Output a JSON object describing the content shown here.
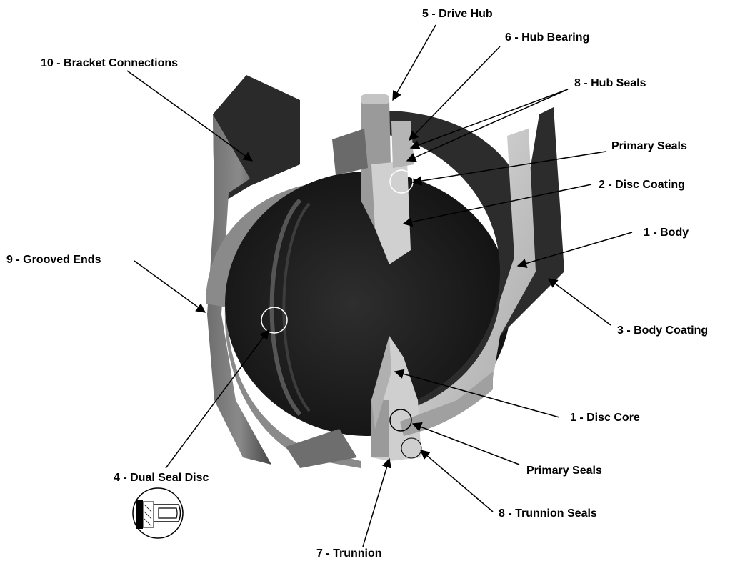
{
  "labels": {
    "drive_hub": "5 - Drive Hub",
    "hub_bearing": "6 - Hub Bearing",
    "bracket_connections": "10 - Bracket Connections",
    "hub_seals": "8 - Hub Seals",
    "primary_seals_top": "Primary Seals",
    "disc_coating": "2 - Disc Coating",
    "body": "1 - Body",
    "grooved_ends": "9 - Grooved Ends",
    "body_coating": "3 - Body Coating",
    "disc_core": "1 - Disc Core",
    "dual_seal_disc": "4 - Dual Seal Disc",
    "primary_seals_bottom": "Primary Seals",
    "trunnion_seals": "8 - Trunnion Seals",
    "trunnion": "7 - Trunnion"
  },
  "colors": {
    "body_dark": "#2b2b2b",
    "body_mid": "#5a5a5a",
    "body_light": "#c9c9c9",
    "disc": "#1e1e1e",
    "ink": "#000000"
  }
}
